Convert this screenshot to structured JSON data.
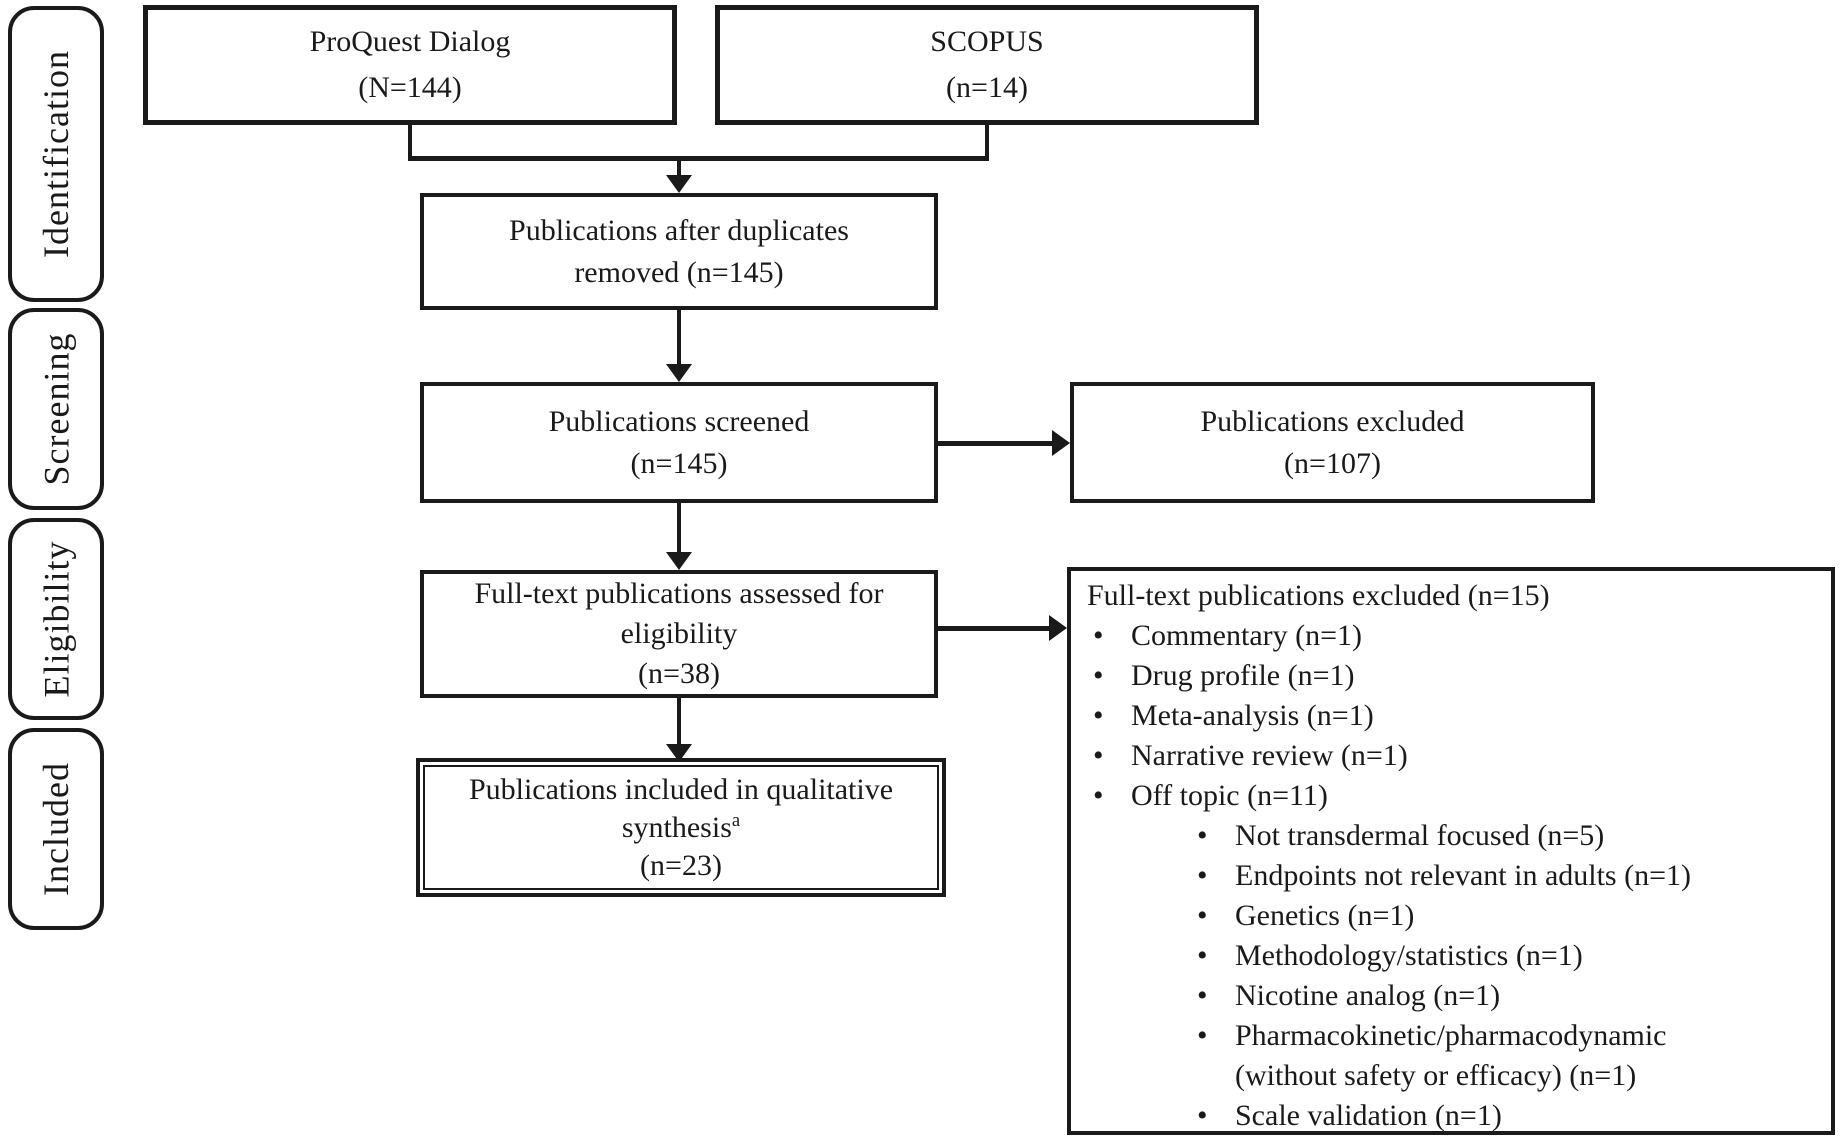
{
  "colors": {
    "line": "#1a1a1a",
    "background": "#ffffff"
  },
  "sidebar": {
    "stages": [
      "Identification",
      "Screening",
      "Eligibility",
      "Included"
    ]
  },
  "sources": {
    "proquest": {
      "name": "ProQuest Dialog",
      "count": "(N=144)"
    },
    "scopus": {
      "name": "SCOPUS",
      "count": "(n=14)"
    }
  },
  "flow": {
    "duplicates_removed": {
      "line1": "Publications after duplicates",
      "line2": "removed (n=145)"
    },
    "screened": {
      "line1": "Publications screened",
      "line2": "(n=145)"
    },
    "excluded": {
      "line1": "Publications excluded",
      "line2": "(n=107)"
    },
    "fulltext_assessed": {
      "line1": "Full-text publications assessed for",
      "line2": "eligibility",
      "line3": "(n=38)"
    },
    "included": {
      "line1": "Publications included in qualitative",
      "line2": "synthesis",
      "footnote_marker": "a",
      "line3": "(n=23)"
    }
  },
  "fulltext_excluded": {
    "title": "Full-text publications excluded (n=15)",
    "bullet_glyph": "•",
    "reasons": [
      "Commentary (n=1)",
      "Drug profile (n=1)",
      "Meta-analysis (n=1)",
      "Narrative review (n=1)",
      "Off topic (n=11)"
    ],
    "off_topic_details": [
      "Not transdermal focused (n=5)",
      "Endpoints not relevant in adults (n=1)",
      "Genetics (n=1)",
      "Methodology/statistics (n=1)",
      "Nicotine analog (n=1)",
      "Pharmacokinetic/pharmacodynamic (without safety or efficacy) (n=1)",
      "Scale validation (n=1)"
    ]
  }
}
